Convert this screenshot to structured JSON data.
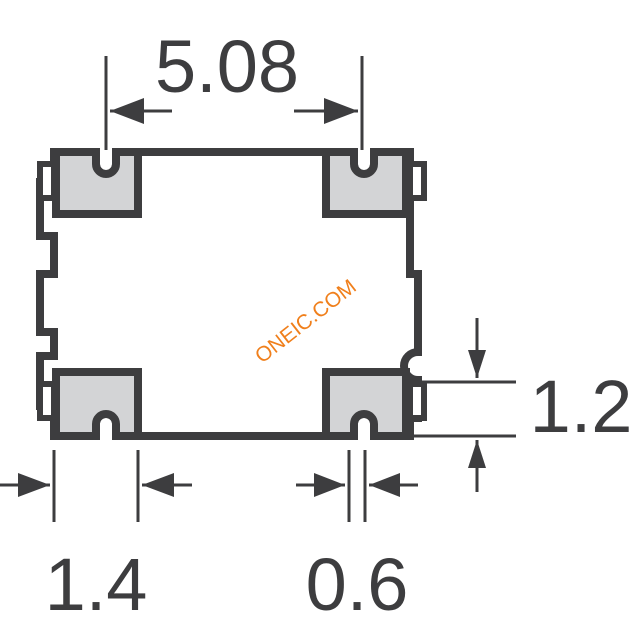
{
  "diagram": {
    "type": "component-footprint",
    "colors": {
      "stroke": "#3d3d3f",
      "pad_fill": "#d3d4d6",
      "background": "#ffffff",
      "watermark": "#f07f1b"
    },
    "dimensions": {
      "pitch": "5.08",
      "pad_height": "1.2",
      "pad_width": "1.4",
      "slot_width": "0.6"
    },
    "watermark": "ONEIC.COM"
  }
}
